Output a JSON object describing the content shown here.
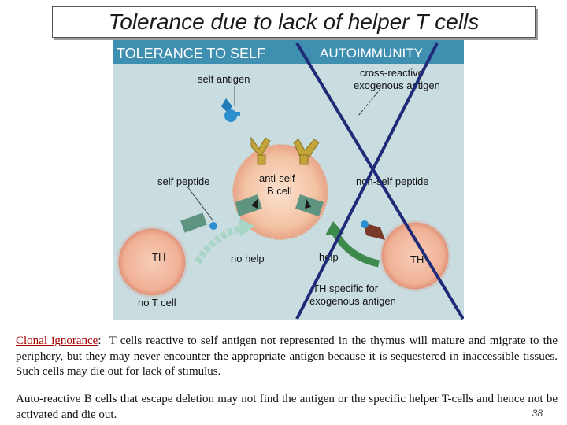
{
  "title": "Tolerance due to lack of helper T cells",
  "figure": {
    "header_left": "TOLERANCE TO SELF",
    "header_right": "AUTOIMMUNITY",
    "labels": {
      "self_antigen": "self antigen",
      "cross_reactive_1": "cross-reactive",
      "cross_reactive_2": "exogenous antigen",
      "self_peptide": "self peptide",
      "anti_self_1": "anti-self",
      "anti_self_2": "B cell",
      "nonself_peptide": "non-self peptide",
      "th_left": "TH",
      "no_help": "no help",
      "help": "help",
      "th_right": "TH",
      "no_t_cell": "no T cell",
      "th_specific_1": "TH specific for",
      "th_specific_2": "exogenous antigen"
    },
    "colors": {
      "background": "#c9dcdf",
      "header_bar": "#3e8fb0",
      "cross_mark": "#1f2a78",
      "b_cell": "#f4c6a8",
      "t_cell": "#f2b8a0",
      "antibody": "#c4a53a",
      "receptor": "#5f9480",
      "help_arrow": "#3e8a4c",
      "no_help_arrow": "#a7d5c6"
    }
  },
  "paragraph1": {
    "term": "Clonal ignorance",
    "colon": ":",
    "text": "  T cells reactive to self antigen not represented in the thymus will mature and migrate to the periphery, but they may never encounter the appropriate antigen because it is sequestered in inaccessible tissues.  Such cells may die out for lack of stimulus."
  },
  "paragraph2": "Auto-reactive B cells that escape deletion may not find the antigen or the specific helper T-cells and hence not be activated and die out.",
  "page_number": "38"
}
